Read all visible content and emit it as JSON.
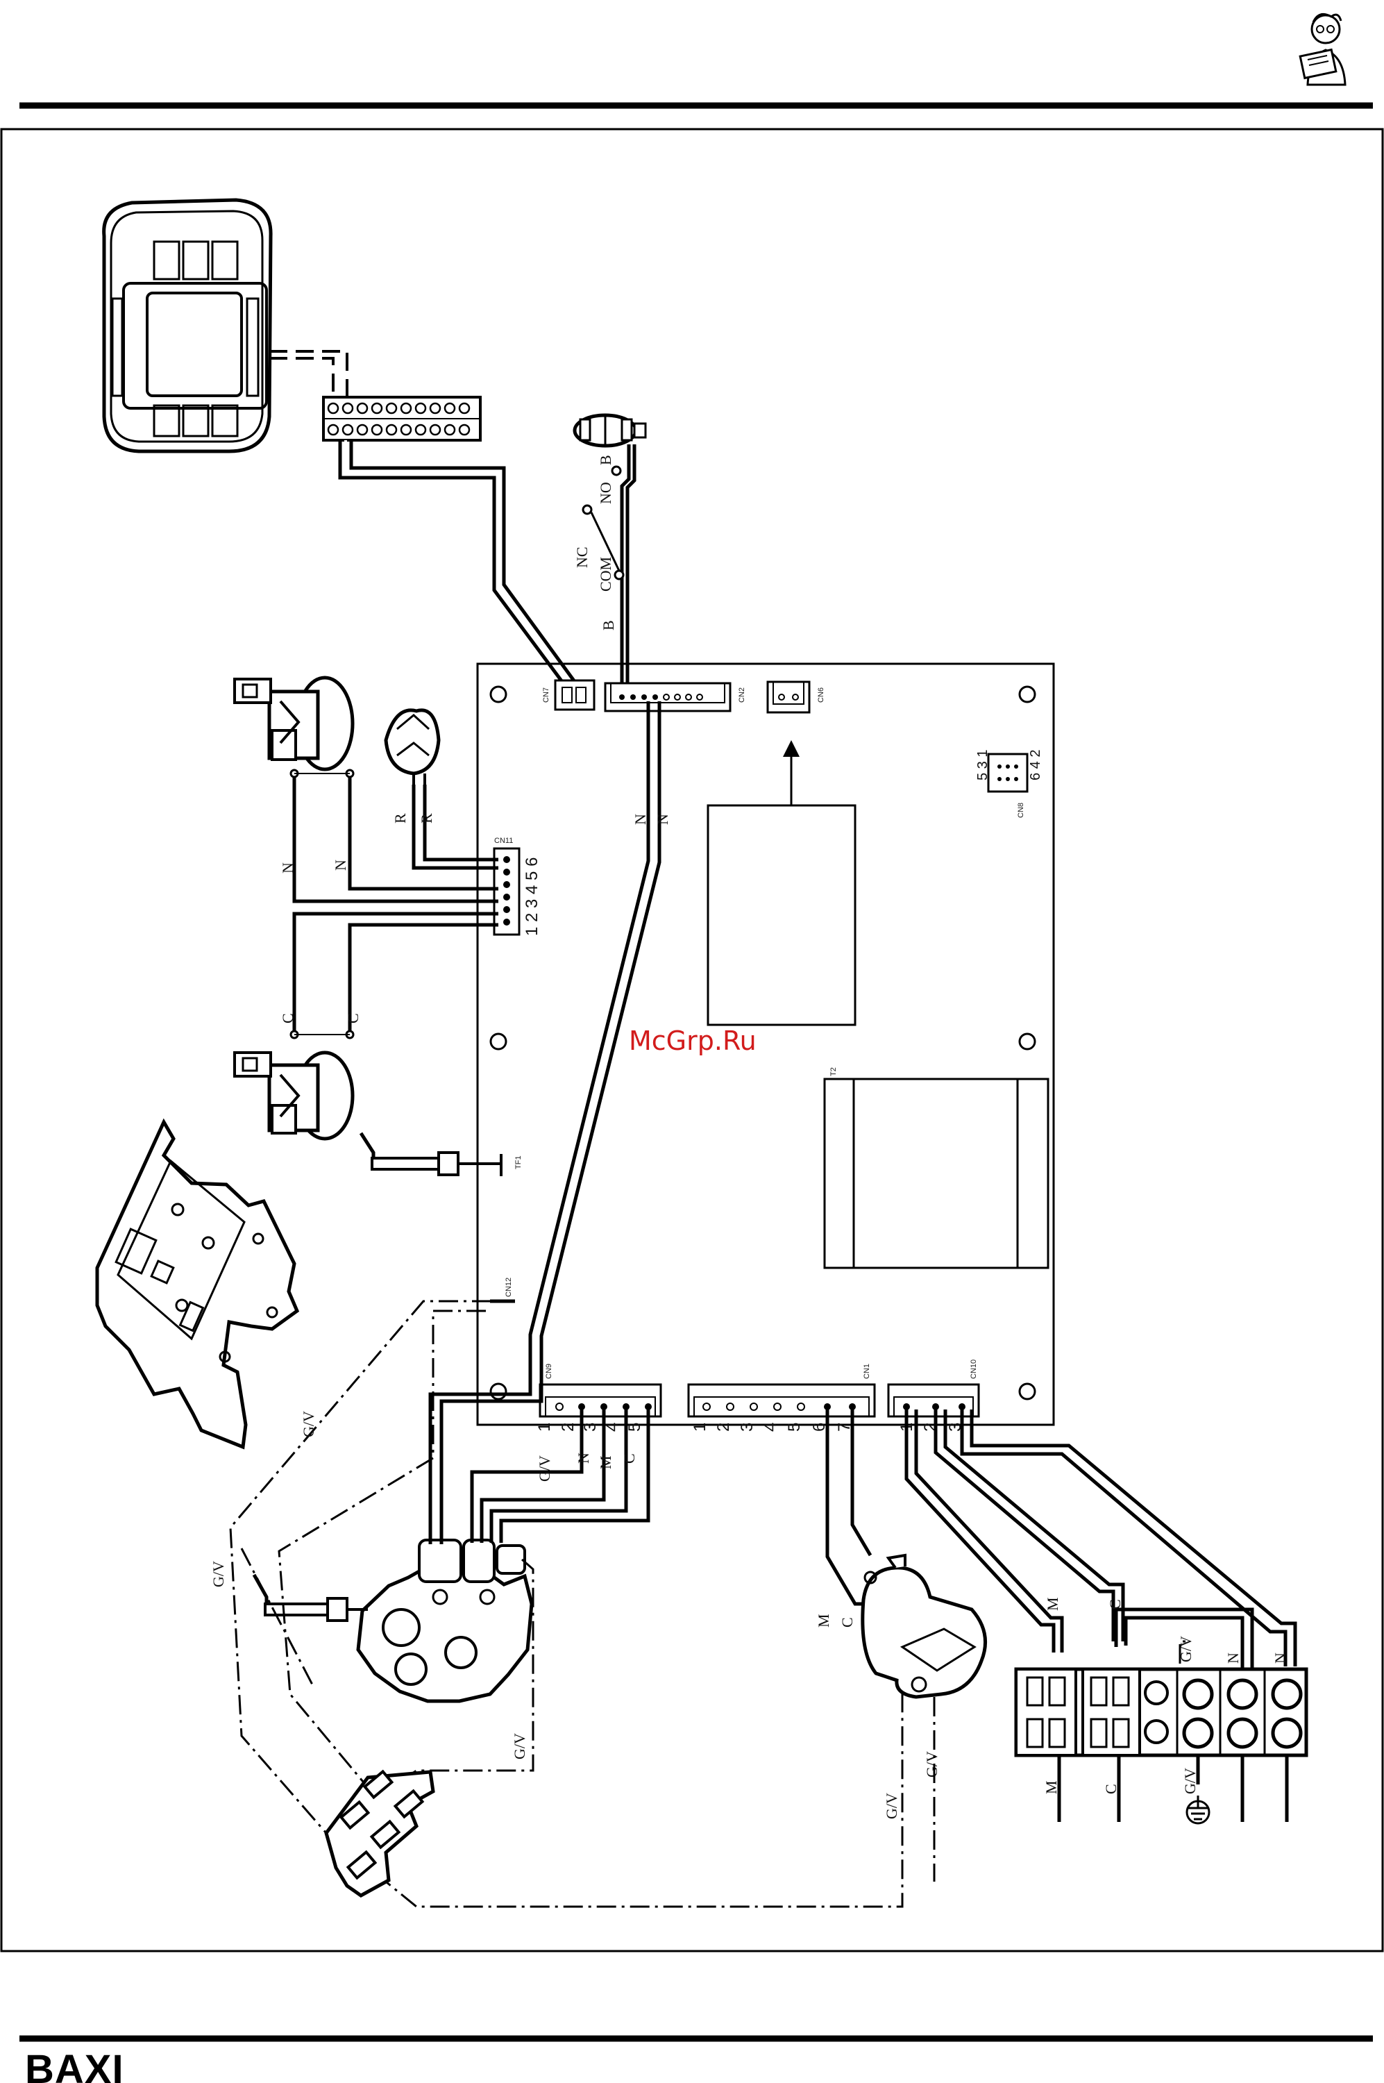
{
  "watermark": "McGrp.Ru",
  "brand": "BAXI",
  "pcb": {
    "connectors": {
      "cn7": "CN7",
      "cn2": "CN2",
      "cn6": "CN6",
      "cn8": "CN8",
      "cn11": "CN11",
      "cn12": "CN12",
      "cn9": "CN9",
      "cn1": "CN1",
      "cn10": "CN10",
      "t2": "T2",
      "tf1": "TF1"
    },
    "cn8_pins_top": "5 3 1",
    "cn8_pins_bottom": "6 4 2",
    "cn11_pins": "1 2 3 4 5 6",
    "cn9_pins": [
      "1",
      "2",
      "3",
      "4",
      "5"
    ],
    "cn1_pins": [
      "1",
      "2",
      "3",
      "4",
      "5",
      "6",
      "7"
    ],
    "cn10_pins": [
      "1",
      "2",
      "3"
    ]
  },
  "wire_labels": {
    "b_top": "B",
    "no": "NO",
    "nc": "NC",
    "com": "COM",
    "b_bottom": "B",
    "n_cn2_a": "N",
    "n_cn2_b": "N",
    "r_a": "R",
    "r_b": "R",
    "n_left": "N",
    "n_right": "N",
    "c_left": "C",
    "c_right": "C",
    "gv_cn9": "G/V",
    "n_cn9": "N",
    "m_cn9": "M",
    "c_cn9": "C",
    "gv_frame": "G/V",
    "gv_left": "G/V",
    "gv_valve": "G/V",
    "m_pump": "M",
    "c_pump": "C",
    "gv_bottom_a": "G/V",
    "gv_bottom_b": "G/V",
    "m_cn10": "M",
    "c_cn10": "C",
    "gv_term_top": "G/V",
    "n_term_a": "N",
    "n_term_b": "N",
    "m_term": "M",
    "c_term": "C",
    "gv_term_bottom": "G/V"
  }
}
